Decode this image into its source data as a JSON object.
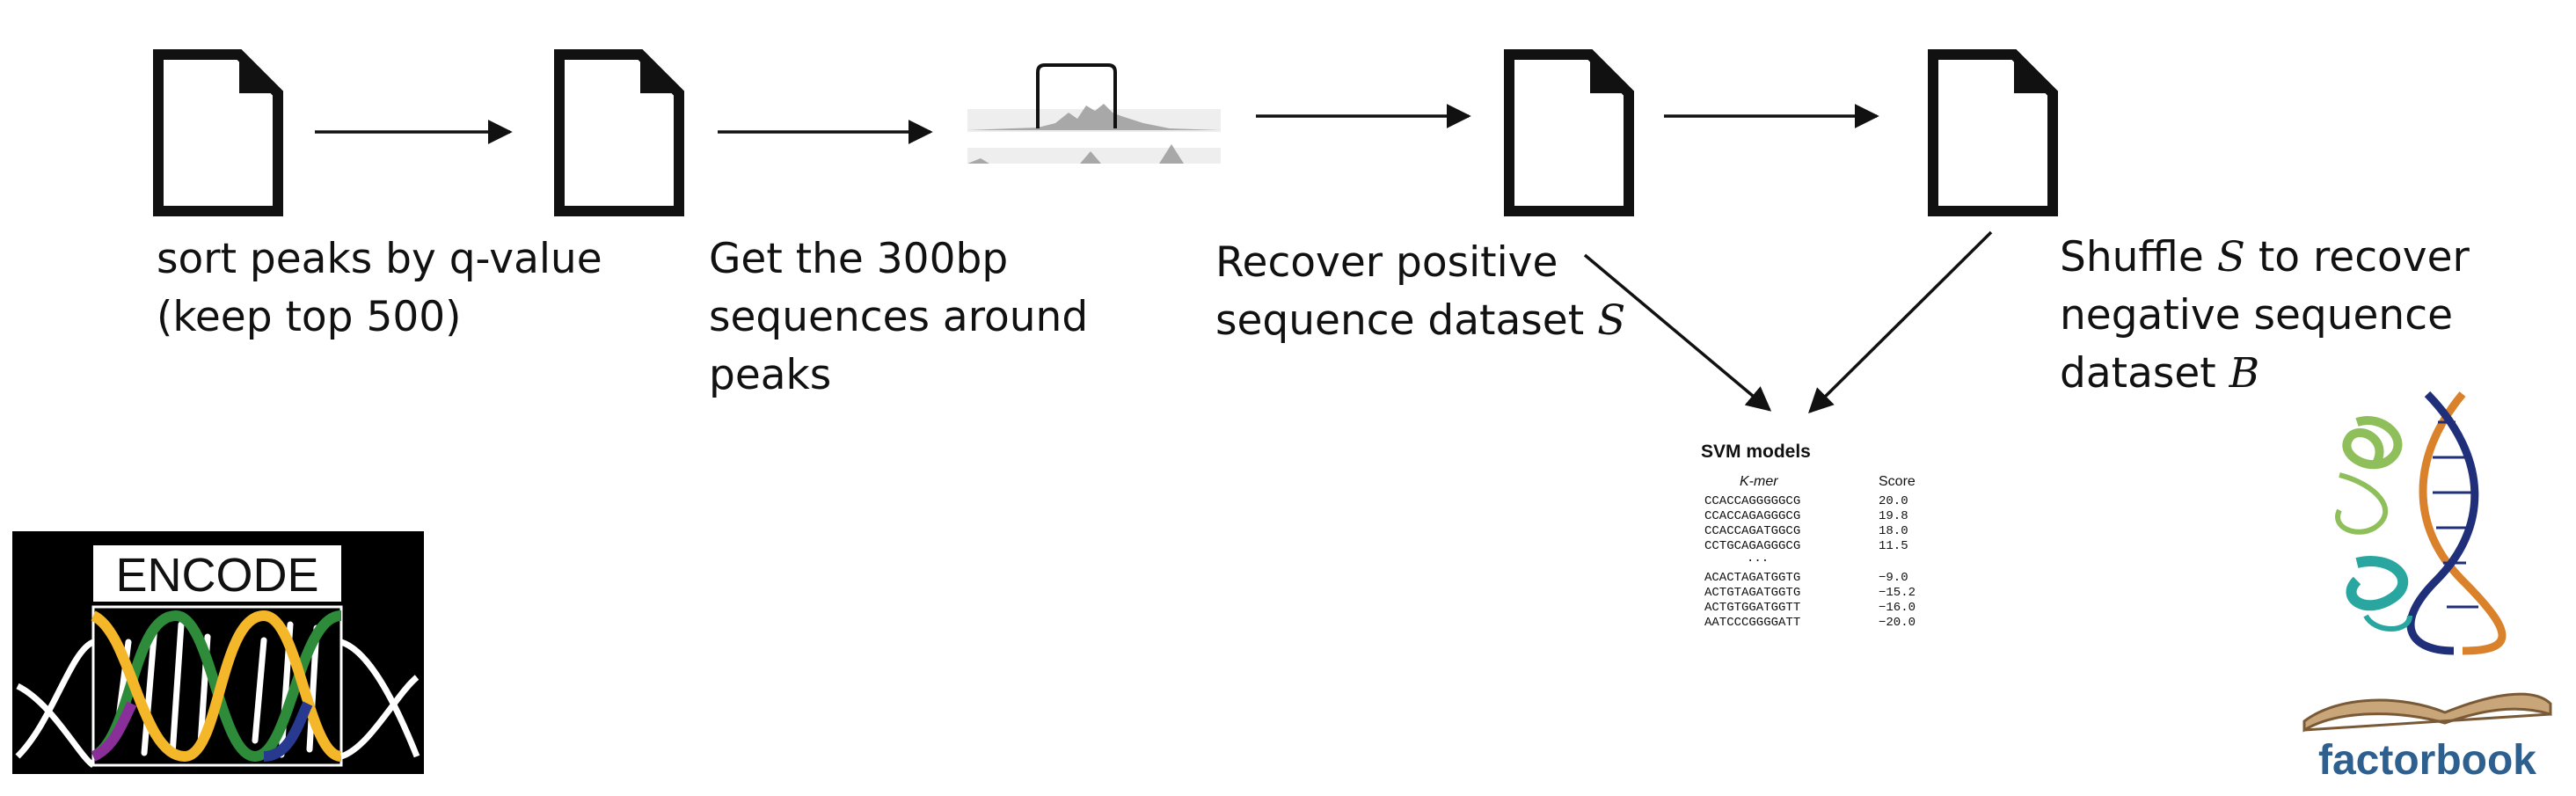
{
  "steps": [
    {
      "lines": [
        "sort peaks by q-value",
        "(keep top 500)"
      ]
    },
    {
      "lines": [
        "Get the 300bp",
        "sequences around",
        "peaks"
      ]
    },
    {
      "text": "Recover positive",
      "text2": "sequence dataset ",
      "var": "S"
    },
    {
      "pre": "Shuffle ",
      "var": "S",
      "post": " to recover",
      "line2": "negative sequence",
      "line3": "dataset ",
      "var3": "B"
    }
  ],
  "svm": {
    "title": "SVM models",
    "col_kmer": "K-mer",
    "col_score": "Score",
    "rows_top": [
      {
        "kmer": "CCACCAGGGGGCG",
        "score": "20.0"
      },
      {
        "kmer": "CCACCAGAGGGCG",
        "score": "19.8"
      },
      {
        "kmer": "CCACCAGATGGCG",
        "score": "18.0"
      },
      {
        "kmer": "CCTGCAGAGGGCG",
        "score": "11.5"
      }
    ],
    "ellipsis": "...",
    "rows_bottom": [
      {
        "kmer": "ACACTAGATGGTG",
        "score": "−9.0"
      },
      {
        "kmer": "ACTGTAGATGGTG",
        "score": "−15.2"
      },
      {
        "kmer": "ACTGTGGATGGTT",
        "score": "−16.0"
      },
      {
        "kmer": "AATCCCGGGGATT",
        "score": "−20.0"
      }
    ]
  },
  "logos": {
    "encode": "ENCODE",
    "factorbook": "factorbook"
  },
  "colors": {
    "ink": "#111111",
    "factorbook_blue": "#2d5f8f",
    "encode_bg": "#000000",
    "peak_gray": "#a8a8a8",
    "helix_green": "#2e8b3a",
    "helix_yellow": "#f4b72a",
    "helix_blue": "#283a8f",
    "helix_purple": "#8a2f9a",
    "dna_orange": "#d9822b",
    "dna_navy": "#1f2f7a",
    "protein_green": "#8fbf5a",
    "protein_teal": "#2aa6a0"
  }
}
